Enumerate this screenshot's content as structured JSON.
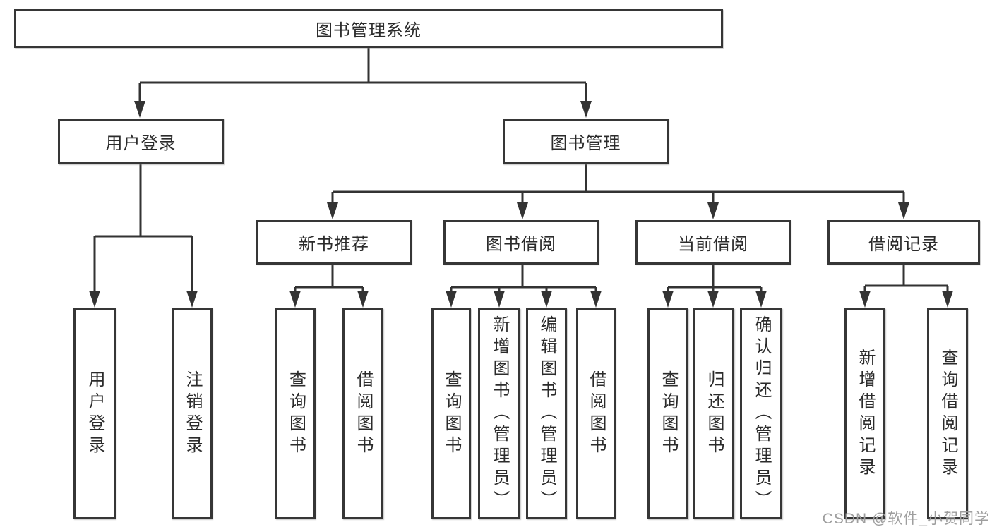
{
  "watermark": "CSDN @软件_小贺同学",
  "colors": {
    "line": "#333333",
    "box_border": "#363636",
    "box_fill": "#ffffff",
    "text": "#2b2b2b",
    "watermark": "#9e9e9e",
    "background": "#ffffff"
  },
  "tree": {
    "id": "root",
    "label": "图书管理系统",
    "children": [
      {
        "id": "user-login",
        "label": "用户登录",
        "children": [
          {
            "id": "user-login-leaf",
            "label": "用户登录",
            "children": []
          },
          {
            "id": "logout",
            "label": "注销登录",
            "children": []
          }
        ]
      },
      {
        "id": "book-management",
        "label": "图书管理",
        "children": [
          {
            "id": "new-book-recommend",
            "label": "新书推荐",
            "children": [
              {
                "id": "nbr-query-books",
                "label": "查询图书",
                "children": []
              },
              {
                "id": "nbr-borrow-books",
                "label": "借阅图书",
                "children": []
              }
            ]
          },
          {
            "id": "book-borrowing",
            "label": "图书借阅",
            "children": [
              {
                "id": "bb-query-books",
                "label": "查询图书",
                "children": []
              },
              {
                "id": "bb-add-books-admin",
                "label": "新增图书（管理员）",
                "children": []
              },
              {
                "id": "bb-edit-books-admin",
                "label": "编辑图书（管理员）",
                "children": []
              },
              {
                "id": "bb-borrow-books",
                "label": "借阅图书",
                "children": []
              }
            ]
          },
          {
            "id": "current-borrowing",
            "label": "当前借阅",
            "children": [
              {
                "id": "cb-query-books",
                "label": "查询图书",
                "children": []
              },
              {
                "id": "cb-return-books",
                "label": "归还图书",
                "children": []
              },
              {
                "id": "cb-confirm-return-admin",
                "label": "确认归还（管理员）",
                "children": []
              }
            ]
          },
          {
            "id": "borrowing-records",
            "label": "借阅记录",
            "children": [
              {
                "id": "br-add-record",
                "label": "新增借阅记录",
                "children": []
              },
              {
                "id": "br-query-record",
                "label": "查询借阅记录",
                "children": []
              }
            ]
          }
        ]
      }
    ]
  }
}
